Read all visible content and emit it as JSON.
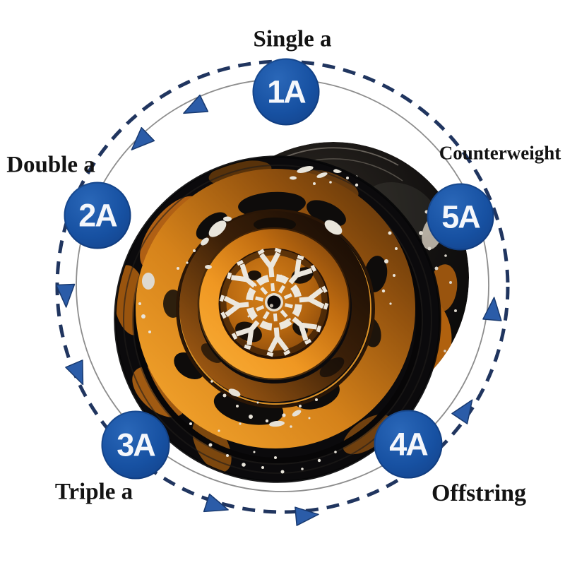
{
  "page": {
    "subject": "Yo-yo play styles cycle diagram with orange and black splatter yo-yo",
    "background": "#ffffff"
  },
  "styles": [
    {
      "code": "1A",
      "label": "Single a",
      "position": "top"
    },
    {
      "code": "2A",
      "label": "Double a",
      "position": "left"
    },
    {
      "code": "3A",
      "label": "Triple a",
      "position": "bottom-left"
    },
    {
      "code": "4A",
      "label": "Offstring",
      "position": "bottom-right"
    },
    {
      "code": "5A",
      "label": "Counterweight",
      "position": "right"
    }
  ],
  "cycle": {
    "direction": "counterclockwise",
    "arrow_count": 8
  },
  "colors": {
    "badge_blue": "#1751a2",
    "arrow_blue": "#2b5ca8",
    "dashed_ring_navy": "#20355f",
    "solid_ring_gray": "#8d8d8d",
    "label_text": "#131313",
    "yoyo_orange": "#e08318",
    "yoyo_black": "#0b0a0c",
    "splatter_white": "#e9e5db"
  }
}
